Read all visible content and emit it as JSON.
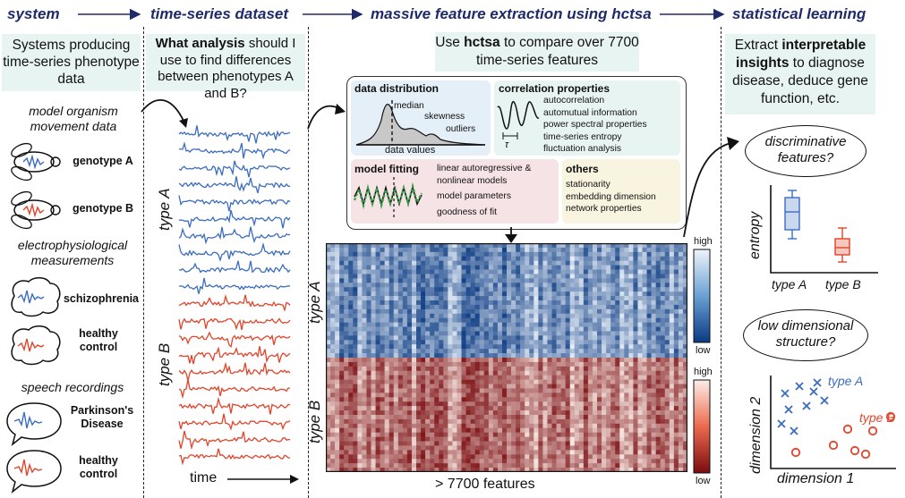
{
  "headers": {
    "system": "system",
    "dataset": "time-series dataset",
    "extraction_prefix": "massive feature extraction using",
    "extraction_tool": "hctsa",
    "learning": "statistical learning"
  },
  "system": {
    "intro": "Systems producing time-series phenotype data",
    "model_organism": "model organism movement data",
    "genotype_a": "genotype A",
    "genotype_b": "genotype B",
    "electro": "electrophysiological measurements",
    "schizophrenia": "schizophrenia",
    "healthy_control_1": "healthy control",
    "speech": "speech recordings",
    "parkinsons": "Parkinson's Disease",
    "healthy_control_2": "healthy control"
  },
  "dataset": {
    "question_bold": "What analysis",
    "question_rest": "should I use to find differences between phenotypes A and B?",
    "type_a": "type A",
    "type_b": "type B",
    "time": "time"
  },
  "extraction": {
    "compare_pre": "Use",
    "compare_tool": "hctsa",
    "compare_post": "to compare over 7700 time-series features",
    "data_distribution": {
      "title": "data distribution",
      "median": "median",
      "skewness": "skewness",
      "outliers": "outliers",
      "xlabel": "data values"
    },
    "correlation": {
      "title": "correlation properties",
      "tau": "τ",
      "items": [
        "autocorrelation",
        "automutual information",
        "power spectral properties",
        "time-series entropy",
        "fluctuation analysis"
      ]
    },
    "model_fitting": {
      "title": "model fitting",
      "items": [
        "linear autoregressive & nonlinear models",
        "model parameters",
        "goodness of fit"
      ]
    },
    "others": {
      "title": "others",
      "items": [
        "stationarity",
        "embedding dimension",
        "network properties"
      ]
    },
    "matrix": {
      "type_a": "type A",
      "type_b": "type B",
      "high_a": "high",
      "low_a": "low",
      "high_b": "high",
      "low_b": "low",
      "footer": "> 7700 features"
    }
  },
  "learning": {
    "extract_pre": "Extract",
    "extract_bold": "interpretable insights",
    "extract_post": "to diagnose disease, deduce gene function, etc.",
    "discriminative": "discriminative features?",
    "box_ylabel": "entropy",
    "box_type_a": "type A",
    "box_type_b": "type B",
    "low_dim": "low dimensional structure?",
    "scatter_type_a": "type A",
    "scatter_type_b": "type B",
    "dim1": "dimension 1",
    "dim2": "dimension 2"
  },
  "colors": {
    "header": "#1f2a6b",
    "type_a": "#3b6cc0",
    "type_b": "#e2432a",
    "pale": "#e8f4f1"
  }
}
